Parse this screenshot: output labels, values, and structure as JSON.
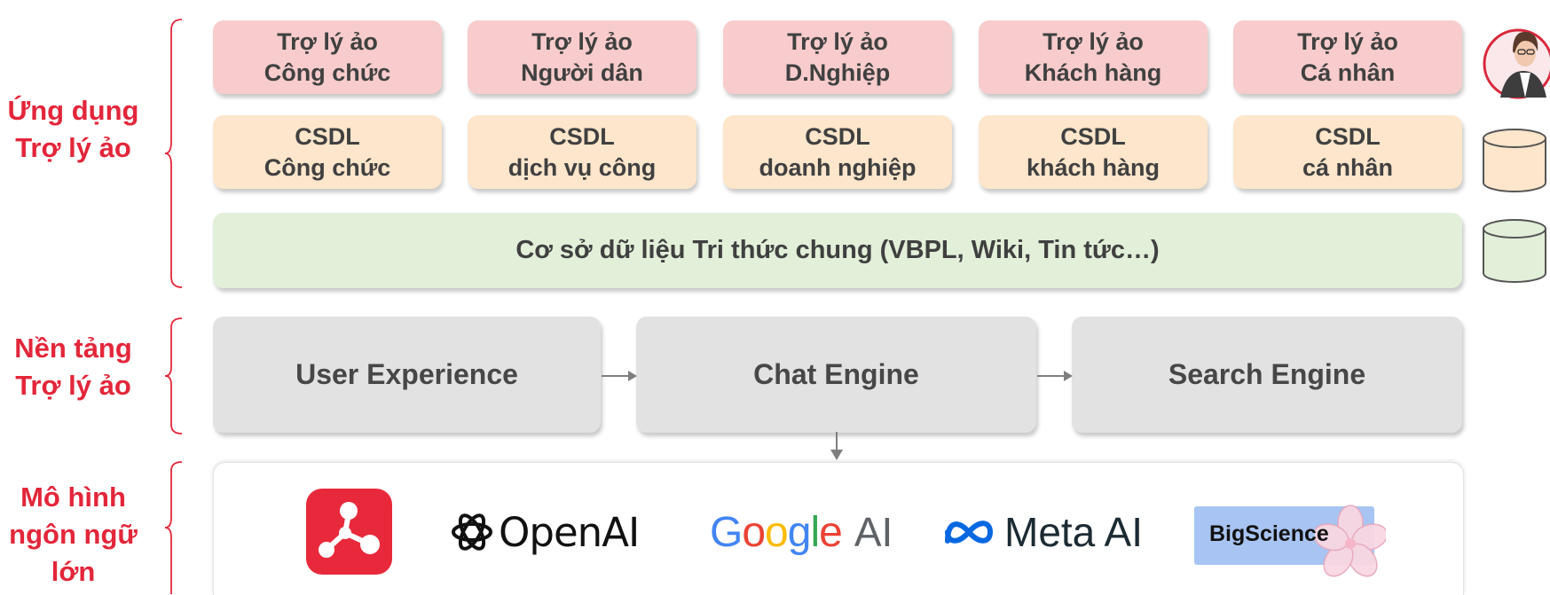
{
  "layers": {
    "application": {
      "label_line1": "Ứng dụng",
      "label_line2": "Trợ lý ảo"
    },
    "platform": {
      "label_line1": "Nền tảng",
      "label_line2": "Trợ lý ảo"
    },
    "models": {
      "label_line1": "Mô hình",
      "label_line2": "ngôn ngữ",
      "label_line3": "lớn"
    }
  },
  "assistants": [
    {
      "line1": "Trợ lý ảo",
      "line2": "Công chức"
    },
    {
      "line1": "Trợ lý ảo",
      "line2": "Người dân"
    },
    {
      "line1": "Trợ lý ảo",
      "line2": "D.Nghiệp"
    },
    {
      "line1": "Trợ lý ảo",
      "line2": "Khách hàng"
    },
    {
      "line1": "Trợ lý ảo",
      "line2": "Cá nhân"
    }
  ],
  "databases": [
    {
      "line1": "CSDL",
      "line2": "Công chức"
    },
    {
      "line1": "CSDL",
      "line2": "dịch vụ công"
    },
    {
      "line1": "CSDL",
      "line2": "doanh nghiệp"
    },
    {
      "line1": "CSDL",
      "line2": "khách hàng"
    },
    {
      "line1": "CSDL",
      "line2": "cá nhân"
    }
  ],
  "knowledge_base": "Cơ sở dữ liệu Tri thức chung (VBPL, Wiki, Tin tức…)",
  "engines": {
    "user_experience": "User Experience",
    "chat_engine": "Chat Engine",
    "search_engine": "Search Engine"
  },
  "model_logos": {
    "openai": "OpenAI",
    "google_letters": [
      "G",
      "o",
      "o",
      "g",
      "l",
      "e"
    ],
    "google_ai": "AI",
    "meta_ai": "Meta AI",
    "bigscience": "BigScience"
  },
  "icons": [
    "assistant-avatar-icon",
    "database-cream-icon",
    "database-green-icon",
    "molecule-logo-icon",
    "openai-knot-icon",
    "meta-infinity-icon",
    "cherry-blossom-icon"
  ],
  "colors": {
    "accent_red": "#e3263a",
    "assistant_box": "#f8cccc",
    "database_box": "#fde6cb",
    "knowledge_box": "#e2efd9",
    "engine_box": "#e2e2e2",
    "google_blue": "#4285f4",
    "google_red": "#ea4335",
    "google_yellow": "#fbbc05",
    "google_green": "#34a853",
    "meta_blue": "#0668e1"
  }
}
